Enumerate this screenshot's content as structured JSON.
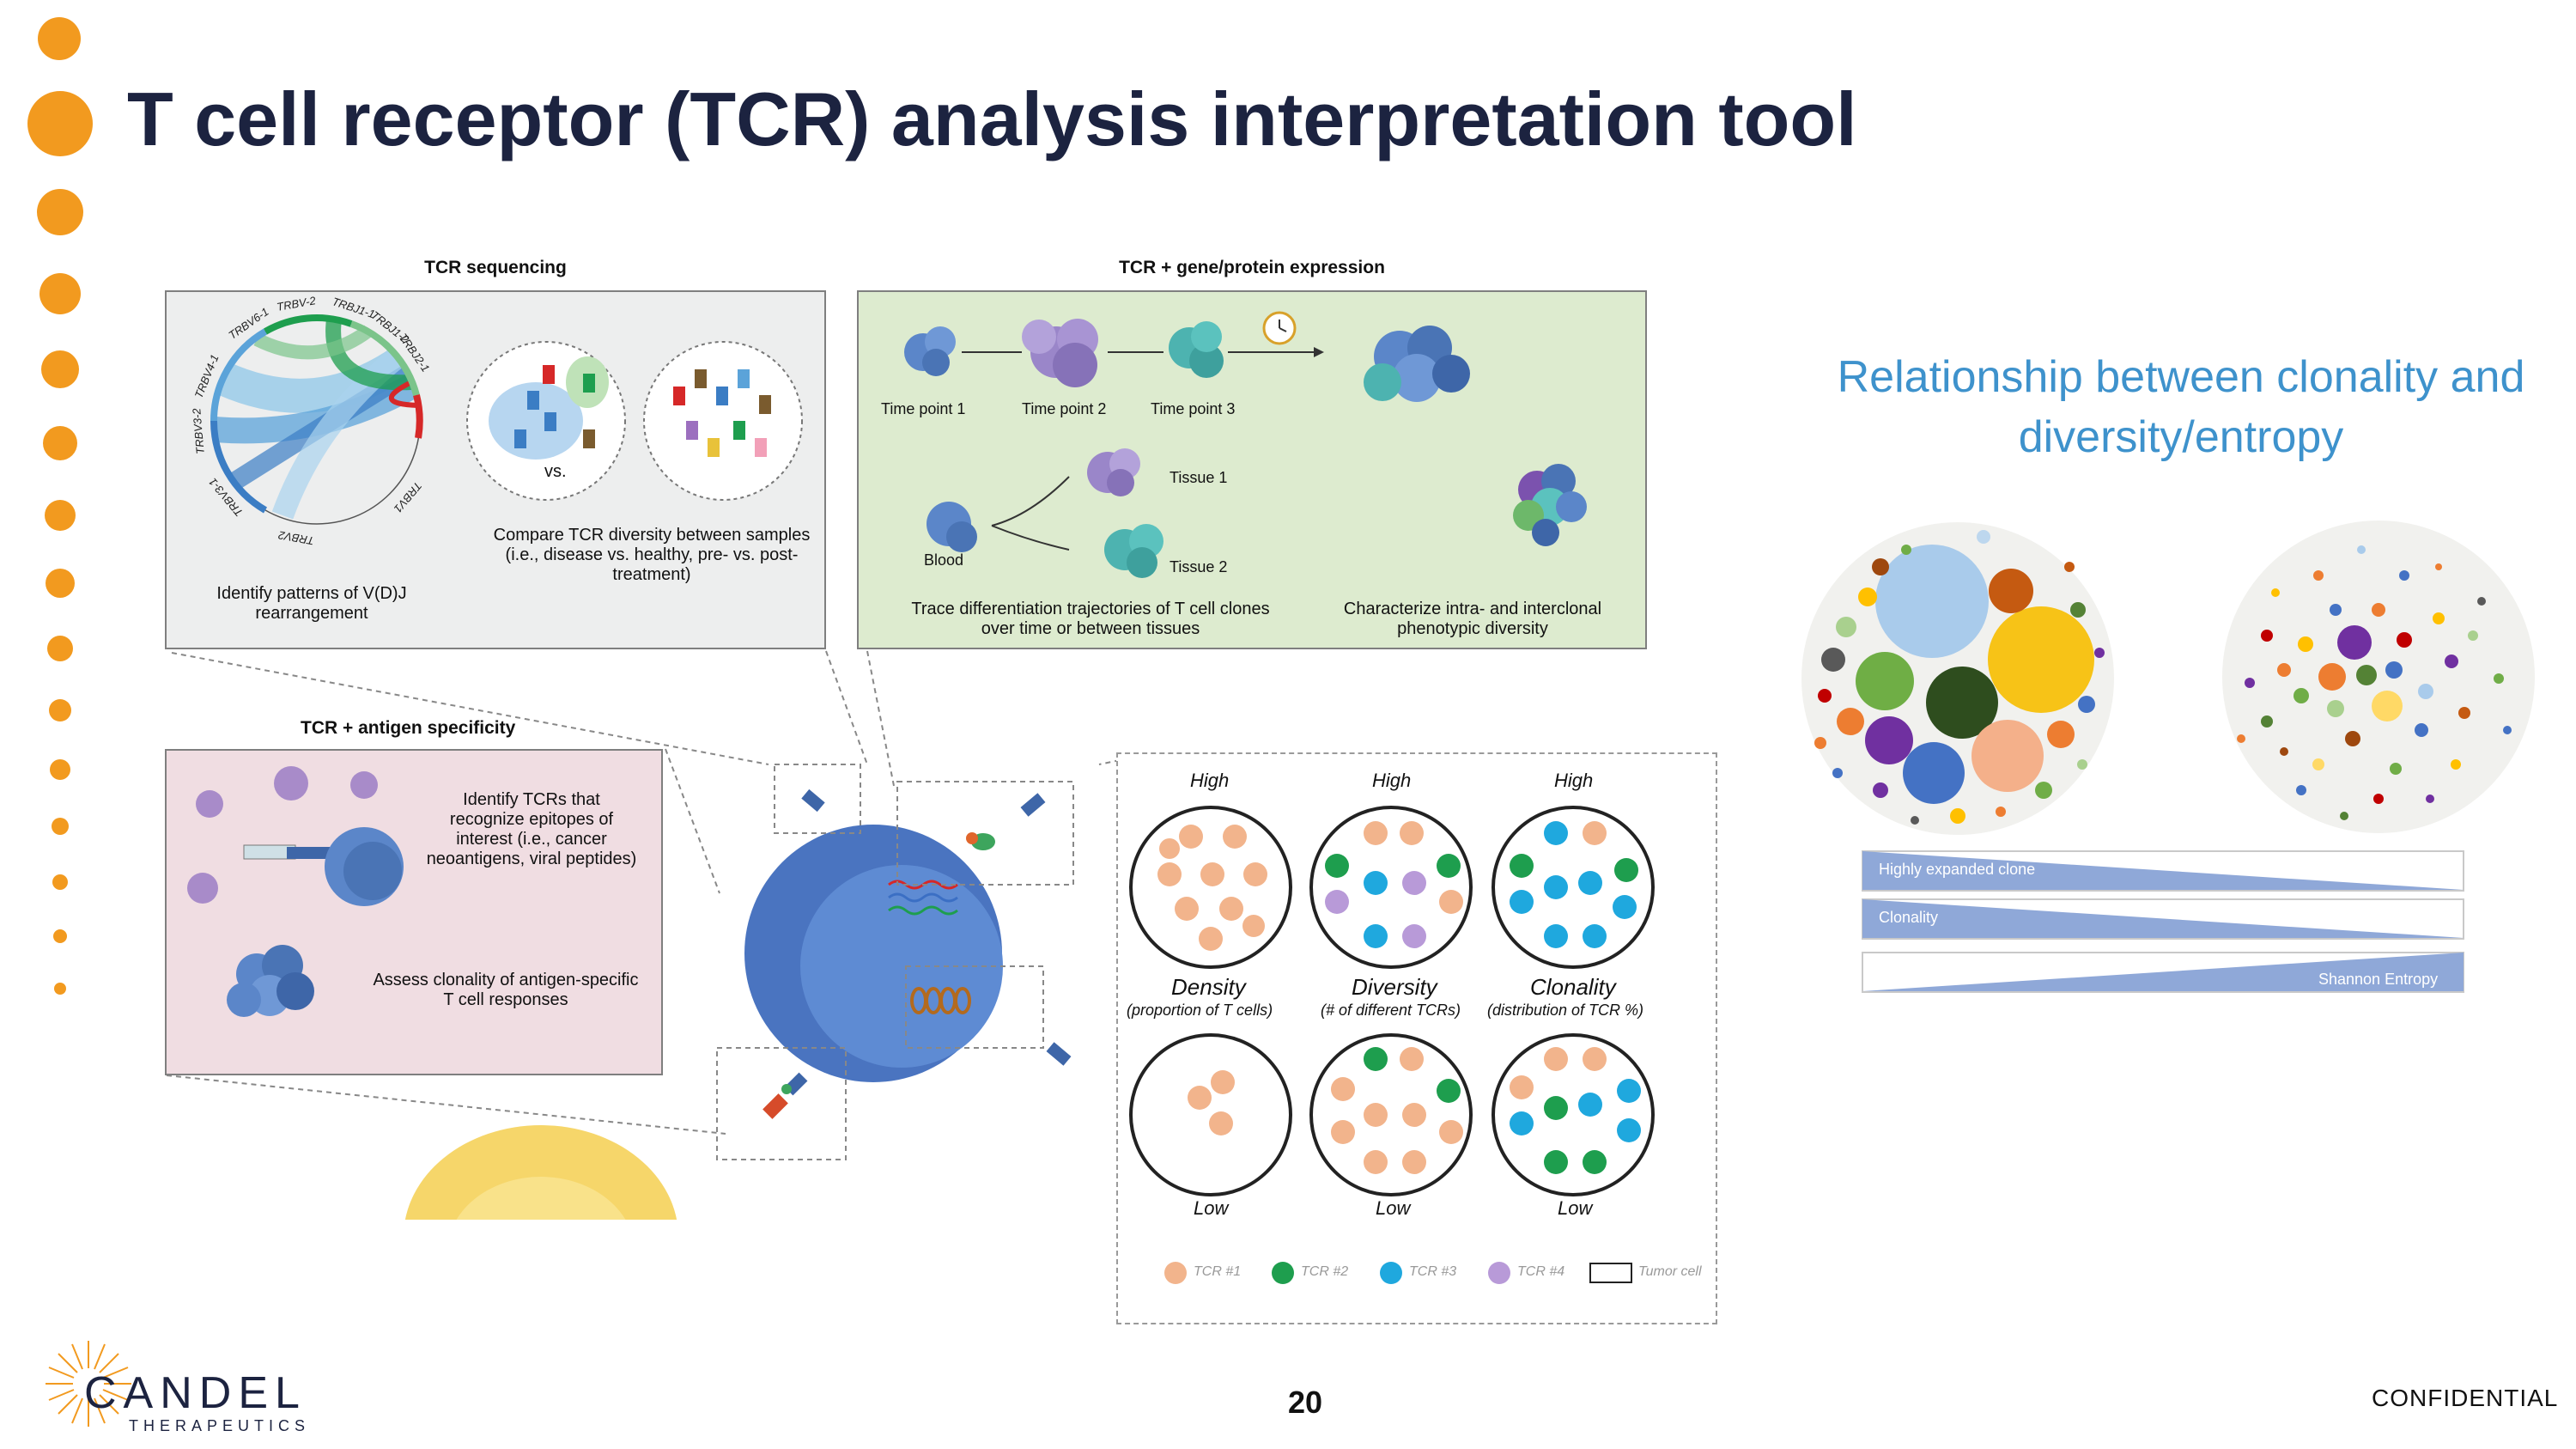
{
  "slide": {
    "title": "T cell receptor (TCR) analysis interpretation tool",
    "page_number": "20",
    "confidential": "CONFIDENTIAL",
    "logo": {
      "name": "CANDEL",
      "sub": "THERAPEUTICS"
    }
  },
  "panels": {
    "tcr_seq": {
      "heading": "TCR sequencing",
      "caption_left": "Identify patterns of V(D)J rearrangement",
      "caption_right": "Compare TCR diversity between samples (i.e., disease vs. healthy, pre- vs. post-treatment)",
      "vs": "vs.",
      "chord_labels": [
        "TRBV6-1",
        "TRBV-2",
        "TRBJ1-1",
        "TRBJ1-2",
        "TRBJ2-1",
        "TRBV4-1",
        "TRBV3-2",
        "TRBV3-1",
        "TRBV2",
        "TRBV1"
      ]
    },
    "tcr_expr": {
      "heading": "TCR + gene/protein expression",
      "tp1": "Time point 1",
      "tp2": "Time point 2",
      "tp3": "Time point 3",
      "blood": "Blood",
      "tissue1": "Tissue 1",
      "tissue2": "Tissue 2",
      "caption_left": "Trace differentiation trajectories of T cell clones over time or between tissues",
      "caption_right": "Characterize intra- and interclonal phenotypic diversity"
    },
    "tcr_antigen": {
      "heading": "TCR + antigen specificity",
      "caption_top": "Identify TCRs that recognize epitopes of interest (i.e., cancer neoantigens, viral peptides)",
      "caption_bottom": "Assess clonality of antigen-specific T cell responses"
    },
    "metrics": {
      "high": "High",
      "low": "Low",
      "density": "Density",
      "density_sub": "(proportion of T cells)",
      "diversity": "Diversity",
      "diversity_sub": "(# of different TCRs)",
      "clonality": "Clonality",
      "clonality_sub": "(distribution of TCR %)",
      "legend": [
        "TCR #1",
        "TCR #2",
        "TCR #3",
        "TCR #4",
        "Tumor cell"
      ],
      "colors": {
        "tcr1": "#F2B48C",
        "tcr2": "#1E9E4E",
        "tcr3": "#1FA8DE",
        "tcr4": "#B89AD8"
      }
    }
  },
  "relationship": {
    "title": "Relationship between clonality and diversity/entropy",
    "bars": [
      "Highly expanded clone",
      "Clonality",
      "Shannon Entropy"
    ],
    "bar_color": "#8FA8D8"
  }
}
